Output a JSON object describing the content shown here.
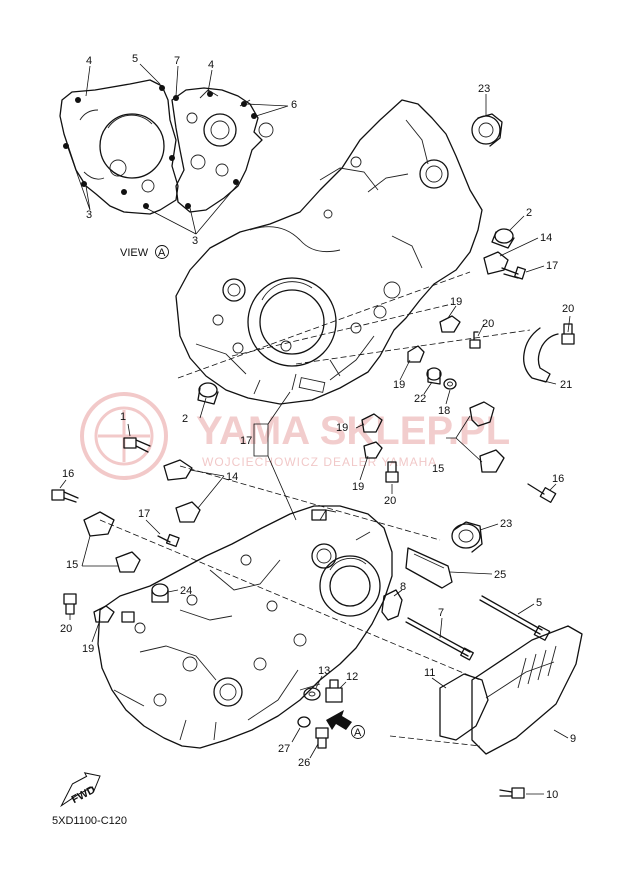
{
  "view_label": "VIEW",
  "view_marker": "A",
  "fwd_label": "FWD",
  "drawing_code": "5XD1100-C120",
  "watermark": {
    "title": "YAMA SKLEP.PL",
    "subtitle": "WOJCIECHOWICZ DEALER YAMAHA",
    "color": "#e48a8a"
  },
  "arrow_marker": "A",
  "callouts": [
    {
      "id": "c4a",
      "label": "4"
    },
    {
      "id": "c5a",
      "label": "5"
    },
    {
      "id": "c7a",
      "label": "7"
    },
    {
      "id": "c4b",
      "label": "4"
    },
    {
      "id": "c6a",
      "label": "6"
    },
    {
      "id": "c3a",
      "label": "3"
    },
    {
      "id": "c3b",
      "label": "3"
    },
    {
      "id": "c23a",
      "label": "23"
    },
    {
      "id": "c2a",
      "label": "2"
    },
    {
      "id": "c14a",
      "label": "14"
    },
    {
      "id": "c17a",
      "label": "17"
    },
    {
      "id": "c20a",
      "label": "20"
    },
    {
      "id": "c19a",
      "label": "19"
    },
    {
      "id": "c20b",
      "label": "20"
    },
    {
      "id": "c19b",
      "label": "19"
    },
    {
      "id": "c22",
      "label": "22"
    },
    {
      "id": "c21",
      "label": "21"
    },
    {
      "id": "c18",
      "label": "18"
    },
    {
      "id": "c2b",
      "label": "2"
    },
    {
      "id": "c17b",
      "label": "17"
    },
    {
      "id": "c1",
      "label": "1"
    },
    {
      "id": "c19c",
      "label": "19"
    },
    {
      "id": "c19d",
      "label": "19"
    },
    {
      "id": "c14b",
      "label": "14"
    },
    {
      "id": "c20c",
      "label": "20"
    },
    {
      "id": "c15a",
      "label": "15"
    },
    {
      "id": "c16a",
      "label": "16"
    },
    {
      "id": "c16b",
      "label": "16"
    },
    {
      "id": "c17c",
      "label": "17"
    },
    {
      "id": "c15b",
      "label": "15"
    },
    {
      "id": "c23b",
      "label": "23"
    },
    {
      "id": "c24",
      "label": "24"
    },
    {
      "id": "c25",
      "label": "25"
    },
    {
      "id": "c8",
      "label": "8"
    },
    {
      "id": "c5b",
      "label": "5"
    },
    {
      "id": "c20d",
      "label": "20"
    },
    {
      "id": "c19e",
      "label": "19"
    },
    {
      "id": "c7b",
      "label": "7"
    },
    {
      "id": "c13",
      "label": "13"
    },
    {
      "id": "c12",
      "label": "12"
    },
    {
      "id": "c11",
      "label": "11"
    },
    {
      "id": "c27",
      "label": "27"
    },
    {
      "id": "c26",
      "label": "26"
    },
    {
      "id": "c9",
      "label": "9"
    },
    {
      "id": "c10",
      "label": "10"
    }
  ]
}
